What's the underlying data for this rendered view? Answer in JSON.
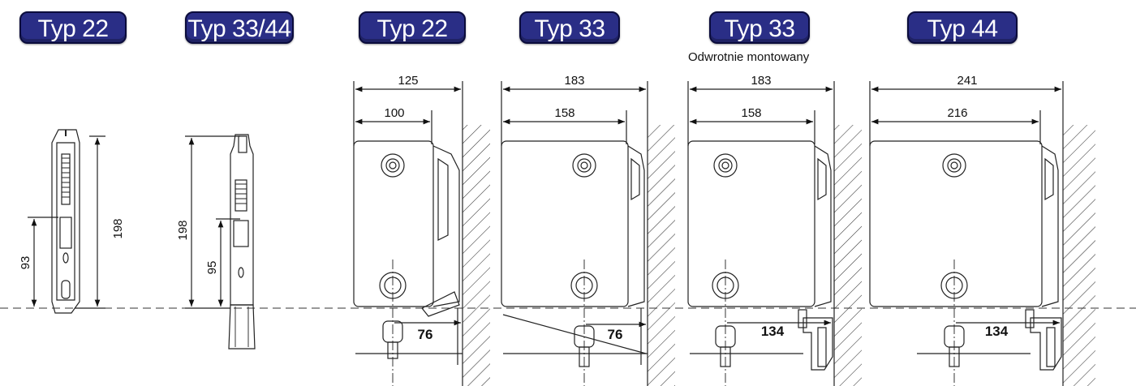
{
  "badges": [
    "Typ 22",
    "Typ 33/44",
    "Typ 22",
    "Typ 33",
    "Typ 33",
    "Typ 44"
  ],
  "caption": "Odwrotnie montowany",
  "side_views": [
    {
      "height": "198",
      "lower": "93"
    },
    {
      "height": "198",
      "lower": "95"
    }
  ],
  "top_views": [
    {
      "outer": "125",
      "inner": "100",
      "offset": "76"
    },
    {
      "outer": "183",
      "inner": "158",
      "offset": "76"
    },
    {
      "outer": "183",
      "inner": "158",
      "offset": "134"
    },
    {
      "outer": "241",
      "inner": "216",
      "offset": "134"
    }
  ],
  "colors": {
    "badge": "#2a2e86",
    "badge_border": "#0b0c3c",
    "line": "#222222"
  }
}
